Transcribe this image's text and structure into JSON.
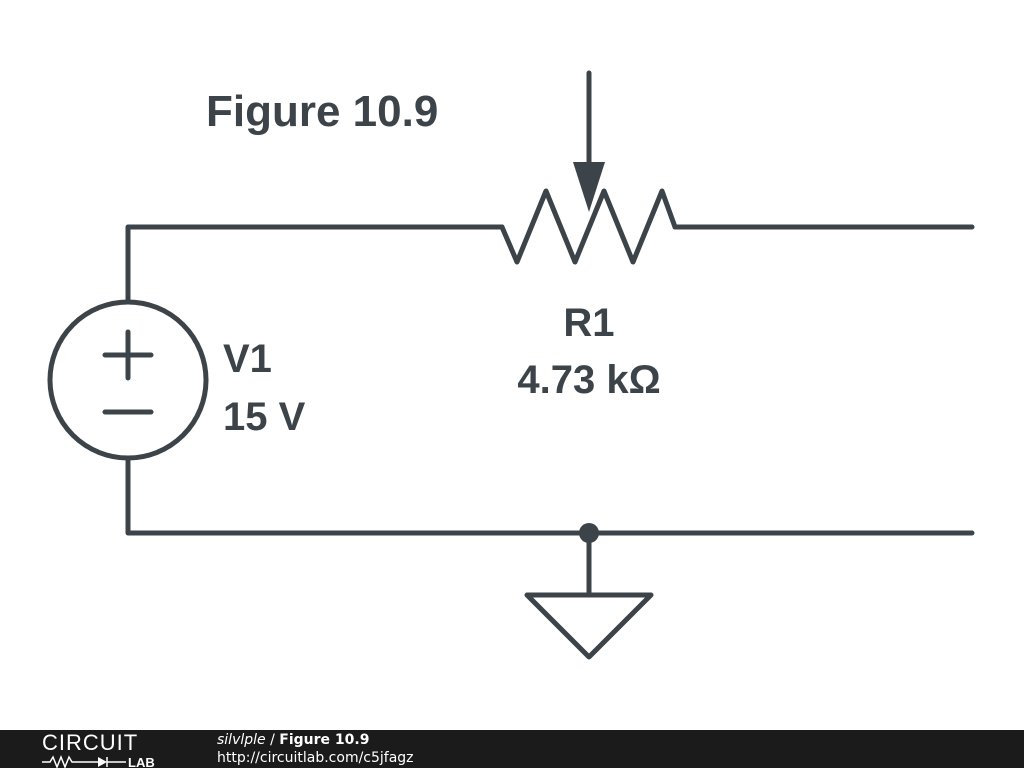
{
  "figure_title": "Figure 10.9",
  "source": {
    "name": "V1",
    "value": "15 V",
    "plus_symbol": "+",
    "minus_symbol": "−"
  },
  "resistor": {
    "name": "R1",
    "value": "4.73 kΩ"
  },
  "footer": {
    "brand_top": "CIRCUIT",
    "brand_bottom": "LAB",
    "author": "silvlple",
    "separator": "/",
    "title": "Figure 10.9",
    "url": "http://circuitlab.com/c5jfagz"
  },
  "colors": {
    "ink": "#3d4449",
    "footer_bg": "#1b1b1b",
    "footer_text": "#ffffff"
  }
}
